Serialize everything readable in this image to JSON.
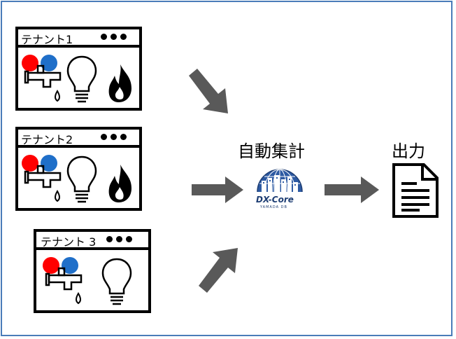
{
  "tenants": [
    {
      "title": "テナント1",
      "has_gas": true
    },
    {
      "title": "テナント2",
      "has_gas": true
    },
    {
      "title": "テナント 3",
      "has_gas": false
    }
  ],
  "aggregate_label": "自動集計",
  "output_label": "出力",
  "logo": {
    "name": "DX-Core",
    "sub": "YAMADA DB"
  },
  "colors": {
    "frame": "#4a7cb9",
    "arrow": "#595959",
    "hot": "#ff0000",
    "cold": "#1f6fc9",
    "logo": "#1d3d73"
  }
}
